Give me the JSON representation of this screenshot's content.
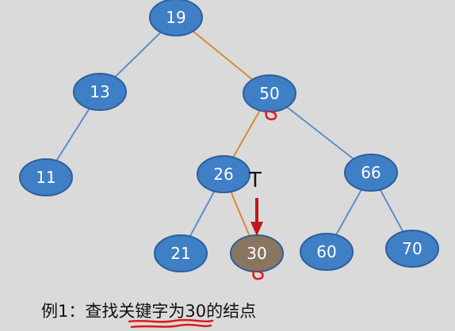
{
  "tree": {
    "nodes": [
      {
        "id": "n19",
        "label": "19"
      },
      {
        "id": "n13",
        "label": "13"
      },
      {
        "id": "n50",
        "label": "50"
      },
      {
        "id": "n11",
        "label": "11"
      },
      {
        "id": "n26",
        "label": "26"
      },
      {
        "id": "n66",
        "label": "66"
      },
      {
        "id": "n21",
        "label": "21"
      },
      {
        "id": "n30",
        "label": "30"
      },
      {
        "id": "n60",
        "label": "60"
      },
      {
        "id": "n70",
        "label": "70"
      }
    ],
    "edges": [
      {
        "from": "n19",
        "to": "n13",
        "on_search_path": false
      },
      {
        "from": "n19",
        "to": "n50",
        "on_search_path": true
      },
      {
        "from": "n13",
        "to": "n11",
        "on_search_path": false
      },
      {
        "from": "n50",
        "to": "n26",
        "on_search_path": true
      },
      {
        "from": "n50",
        "to": "n66",
        "on_search_path": false
      },
      {
        "from": "n26",
        "to": "n21",
        "on_search_path": false
      },
      {
        "from": "n26",
        "to": "n30",
        "on_search_path": true
      },
      {
        "from": "n66",
        "to": "n60",
        "on_search_path": false
      },
      {
        "from": "n66",
        "to": "n70",
        "on_search_path": true
      }
    ],
    "found_node": "n30",
    "colors": {
      "node_fill": "#3f7fc6",
      "node_stroke": "#2d5f9a",
      "found_fill": "#8a7560",
      "edge": "#5b8fc9",
      "path_edge": "#d98a36",
      "arrow": "#c0161b",
      "annotation": "#e01818"
    }
  },
  "marker": {
    "label": "T"
  },
  "caption": {
    "prefix": "例1：查找",
    "underlined": "关键字为30",
    "suffix": "的结点"
  }
}
